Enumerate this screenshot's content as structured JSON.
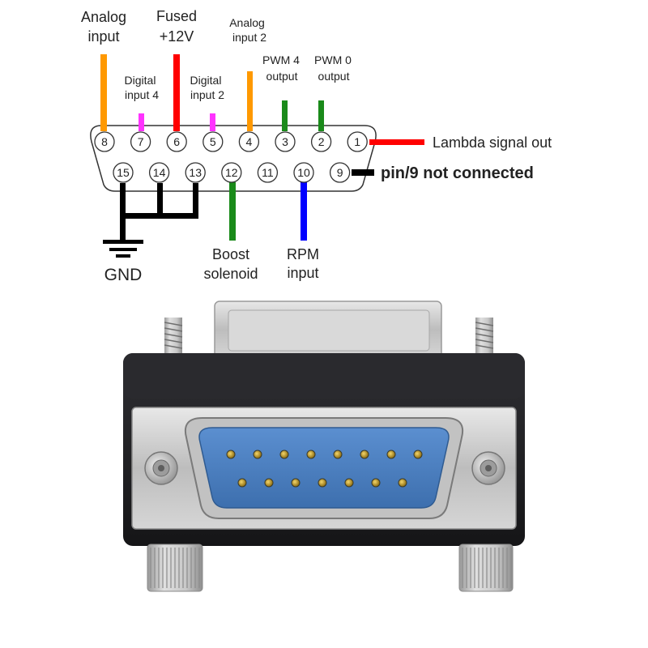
{
  "title": "",
  "colors": {
    "orange": "#ff9900",
    "magenta": "#ff33ff",
    "red": "#ff0000",
    "green": "#1a8a1a",
    "blue": "#0000ff",
    "black": "#000000",
    "connector_blue": "#4a7fc1",
    "connector_body": "#1e1e22"
  },
  "pins": {
    "top_row": [
      "8",
      "7",
      "6",
      "5",
      "4",
      "3",
      "2",
      "1"
    ],
    "bottom_row": [
      "15",
      "14",
      "13",
      "12",
      "11",
      "10",
      "9"
    ]
  },
  "labels": {
    "pin8_line1": "Analog",
    "pin8_line2": "input",
    "pin7_line1": "Digital",
    "pin7_line2": "input 4",
    "pin6_line1": "Fused",
    "pin6_line2": "+12V",
    "pin5_line1": "Digital",
    "pin5_line2": "input 2",
    "pin4_line1": "Analog",
    "pin4_line2": "input 2",
    "pin3_line1": "PWM 4",
    "pin3_line2": "output",
    "pin2_line1": "PWM 0",
    "pin2_line2": "output",
    "pin1": "Lambda signal out",
    "pin9": "pin/9 not connected",
    "gnd": "GND",
    "pin12_line1": "Boost",
    "pin12_line2": "solenoid",
    "pin10_line1": "RPM",
    "pin10_line2": "input"
  }
}
